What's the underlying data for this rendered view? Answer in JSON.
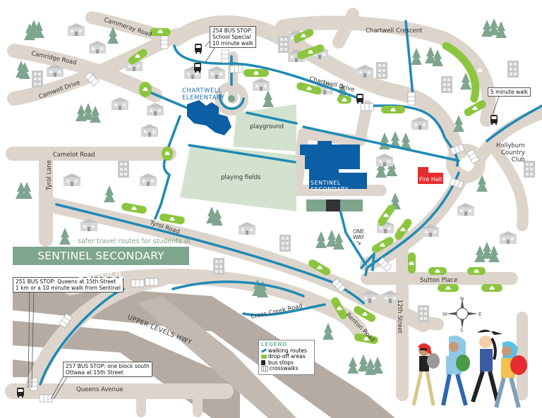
{
  "title": {
    "subtitle": "safer travel routes for students of",
    "school": "SENTINEL SECONDARY SCHOOL"
  },
  "colors": {
    "road": "#ddd5cc",
    "highway": "#b5aba3",
    "walking_route": "#1f8ab5",
    "drop_off": "#8cc63f",
    "field": "#d3e2cf",
    "school": "#0c5ea5",
    "fire_hall": "#e52d2f",
    "tree": "#7ea58d",
    "house": "#c8c8c8",
    "title_banner": "#7ea58d"
  },
  "roads": {
    "cammeray": "Cammeray Road",
    "camridge": "Camridge Road",
    "camwell": "Camwell Drive",
    "chartwell_crescent": "Chartwell Crescent",
    "chartwell_drive": "Chartwell Drive",
    "camelot": "Camelot Road",
    "tyrol_lane": "Tyrol Lane",
    "tyrol_road": "Tyrol Road",
    "cross_creek": "Cross Creek Road",
    "renton": "Renton Road",
    "twelfth": "12th Street",
    "sutton": "Sutton Place",
    "queens": "Queens Avenue",
    "highway": "UPPER LEVELS HWY"
  },
  "places": {
    "chartwell_elementary": [
      "CHARTWELL",
      "ELEMENTARY"
    ],
    "sentinel_secondary": [
      "SENTINEL",
      "SECONDARY"
    ],
    "playground": "playground",
    "playing_fields": "playing fields",
    "fire_hall": "Fire Hall",
    "hollyburn": [
      "Hollyburn",
      "Country",
      "Club"
    ],
    "one_way": [
      "ONE",
      "WAY"
    ]
  },
  "bus_stops": [
    {
      "id": "254",
      "lines": [
        "254 BUS STOP:",
        "School Special",
        "10 minute walk"
      ]
    },
    {
      "id": "5min",
      "lines": [
        "5 minute walk"
      ]
    },
    {
      "id": "251",
      "lines": [
        "251 BUS STOP: Queens at 15th Street",
        "1 km or a 10 minute walk from Sentinel"
      ]
    },
    {
      "id": "257",
      "lines": [
        "257 BUS STOP: one block south",
        "Ottawa at 15th Street"
      ]
    }
  ],
  "legend": {
    "title": "LEGEND",
    "items": [
      {
        "icon": "walking-route-icon",
        "label": "walking routes"
      },
      {
        "icon": "drop-off-icon",
        "label": "drop-off areas"
      },
      {
        "icon": "bus-icon",
        "label": "bus stops"
      },
      {
        "icon": "crosswalk-icon",
        "label": "crosswalks"
      }
    ]
  },
  "compass": {
    "n": "N",
    "s": "S",
    "e": "E",
    "w": "W"
  }
}
